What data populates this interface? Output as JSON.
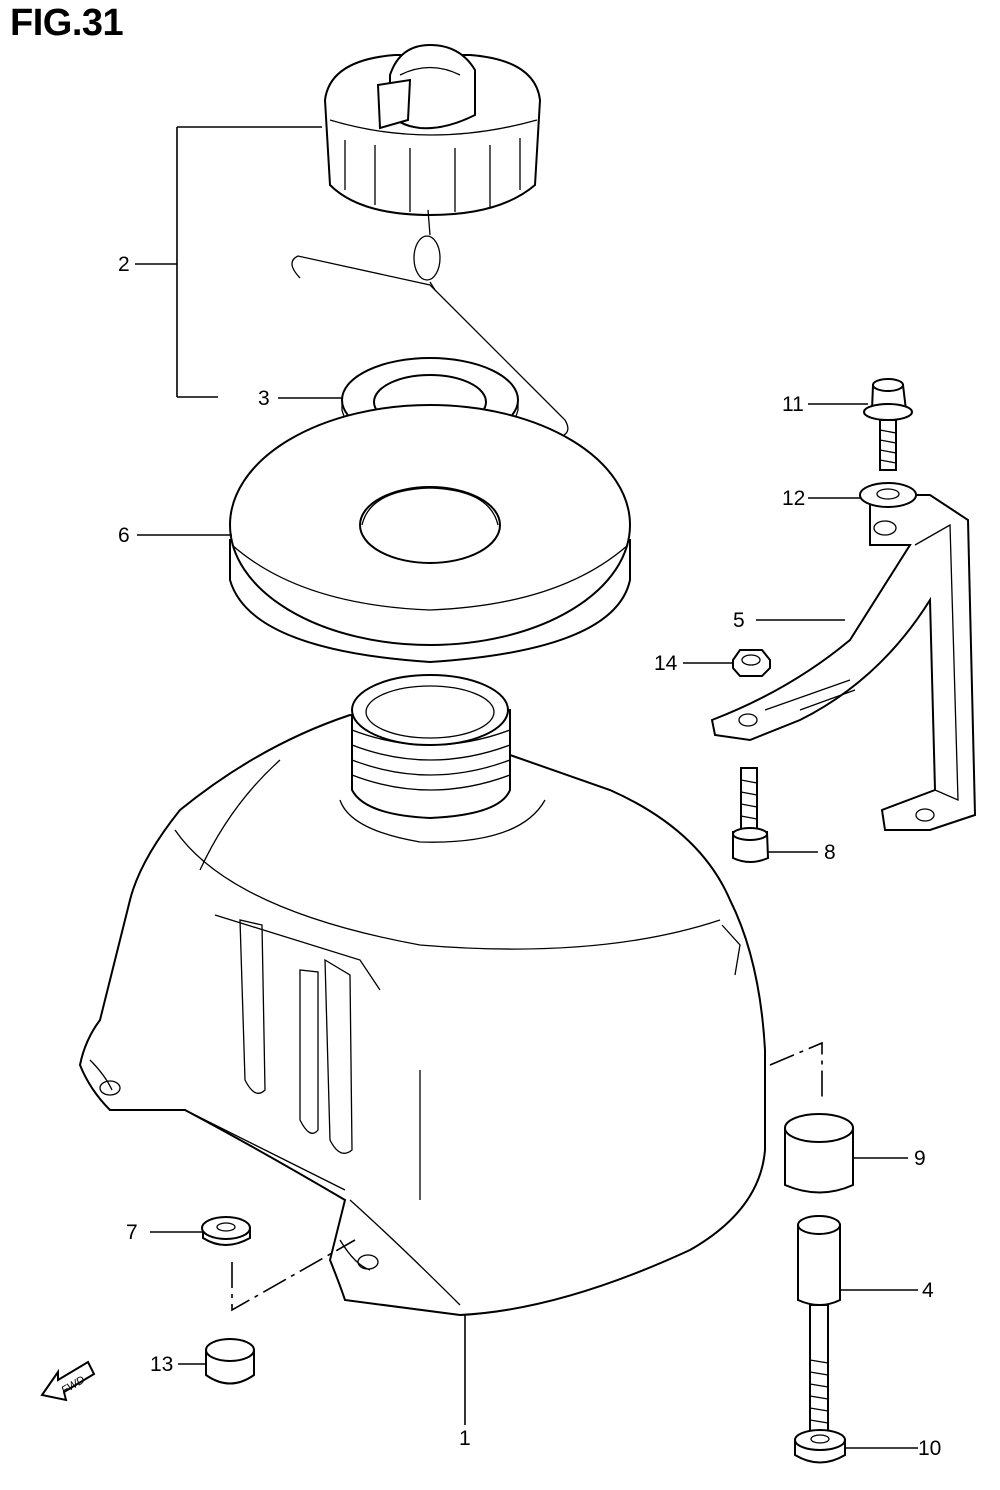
{
  "figure": {
    "title": "FIG.31"
  },
  "callouts": {
    "c1": "1",
    "c2": "2",
    "c3": "3",
    "c4": "4",
    "c5": "5",
    "c6": "6",
    "c7": "7",
    "c8": "8",
    "c9": "9",
    "c10": "10",
    "c11": "11",
    "c12": "12",
    "c13": "13",
    "c14": "14"
  },
  "fwd_label": "FWD"
}
